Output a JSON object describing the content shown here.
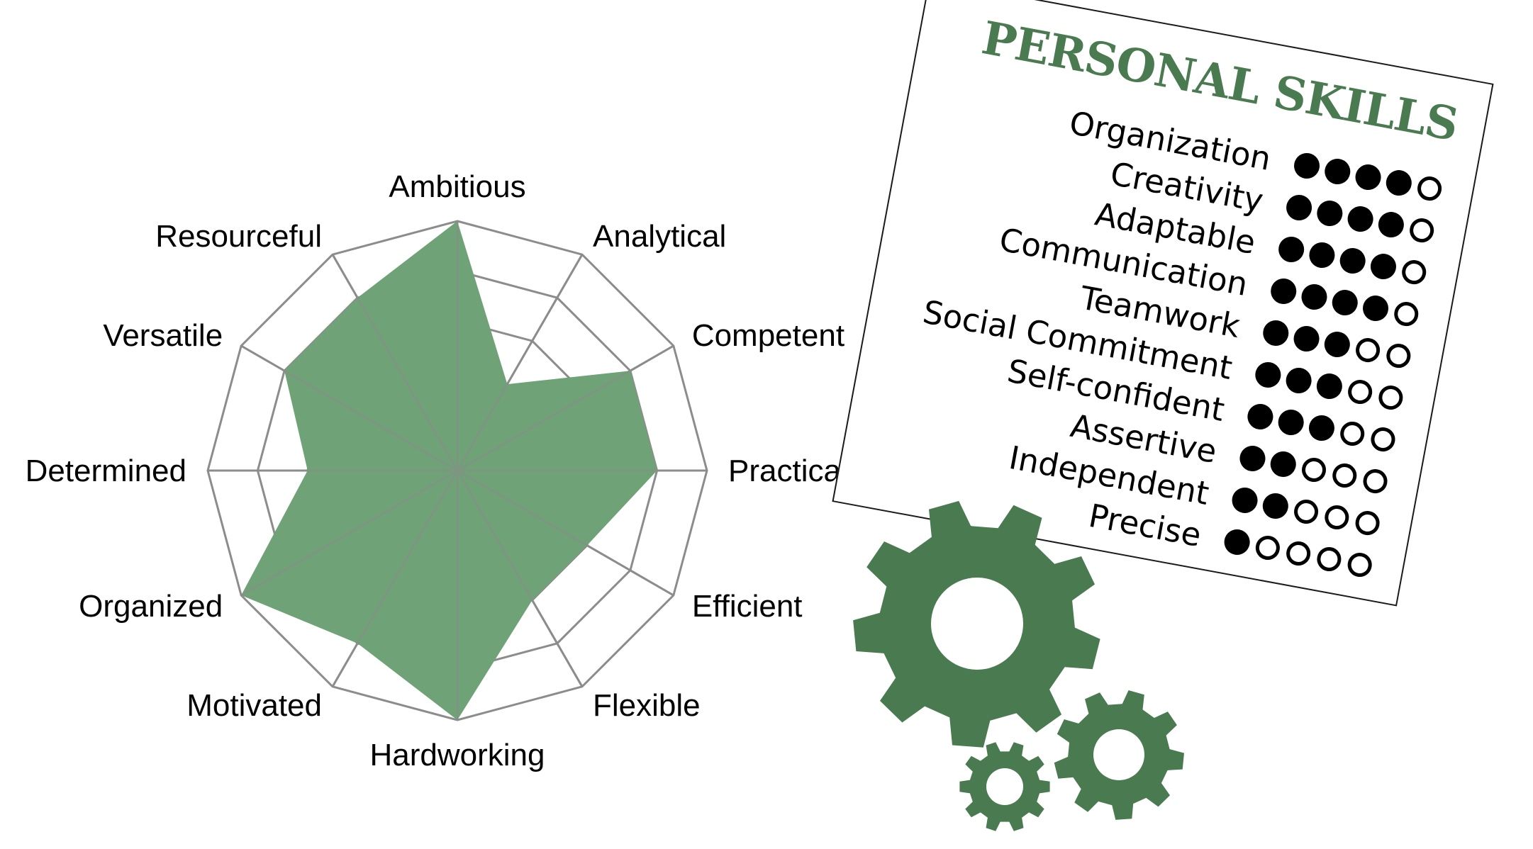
{
  "chart_data": {
    "type": "radar",
    "categories": [
      "Ambitious",
      "Analytical",
      "Competent",
      "Practical",
      "Efficient",
      "Flexible",
      "Hardworking",
      "Motivated",
      "Organized",
      "Determined",
      "Versatile",
      "Resourceful"
    ],
    "values": [
      5,
      2,
      4,
      4,
      3,
      3,
      5,
      4,
      5,
      3,
      4,
      4
    ],
    "rlim": [
      0,
      5
    ],
    "grid": true,
    "color": "#6fa276",
    "grid_color": "#8c8c8c"
  },
  "skills_card": {
    "title": "PERSONAL SKILLS",
    "max": 5,
    "items": [
      {
        "label": "Organization",
        "rating": 4
      },
      {
        "label": "Creativity",
        "rating": 4
      },
      {
        "label": "Adaptable",
        "rating": 4
      },
      {
        "label": "Communication",
        "rating": 4
      },
      {
        "label": "Teamwork",
        "rating": 3
      },
      {
        "label": "Social Commitment",
        "rating": 3
      },
      {
        "label": "Self-confident",
        "rating": 3
      },
      {
        "label": "Assertive",
        "rating": 2
      },
      {
        "label": "Independent",
        "rating": 2
      },
      {
        "label": "Precise",
        "rating": 1
      }
    ]
  },
  "gears": {
    "color": "#4a7a50",
    "icon": "gear-icon"
  }
}
